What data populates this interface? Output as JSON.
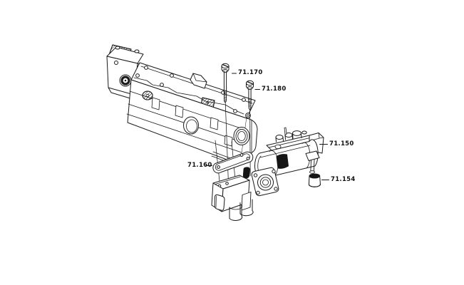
{
  "page": {
    "background_color": "#ffffff",
    "line_color": "#1a1a1a",
    "label_color": "#111111"
  },
  "diagram": {
    "kind": "exploded-parts-line-drawing",
    "subject": "gearbox-housing-with-solenoid-valve",
    "parts": [
      {
        "ref": "71.170",
        "name": "cover-bolt-long"
      },
      {
        "ref": "71.180",
        "name": "cover-bolt-short"
      },
      {
        "ref": "71.150",
        "name": "solenoid-valve-assembly"
      },
      {
        "ref": "71.160",
        "name": "gasket"
      },
      {
        "ref": "71.154",
        "name": "protective-cap"
      }
    ]
  }
}
